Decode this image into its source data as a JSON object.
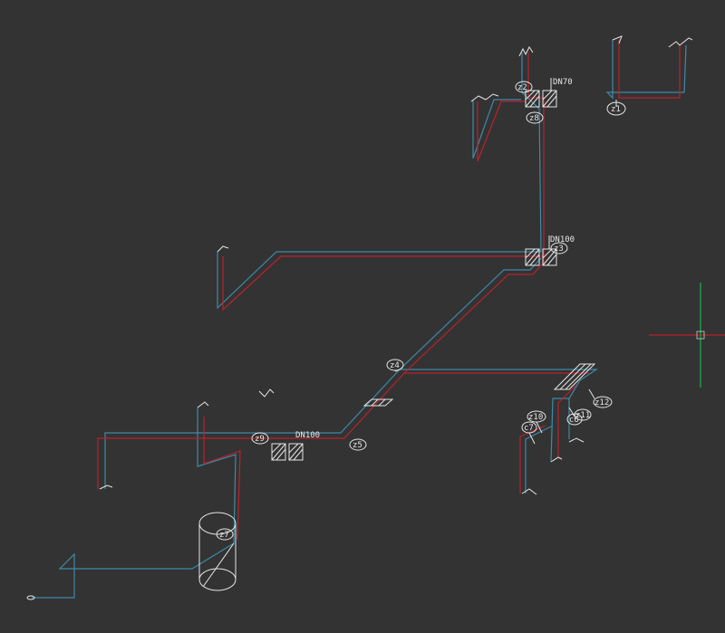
{
  "canvas": {
    "background": "#333333",
    "pipe_blue": "#3f89a8",
    "pipe_red": "#b8232b",
    "symbol_color": "#e6e6e6",
    "axis_green": "#19b24a",
    "axis_red": "#b8232b"
  },
  "labels": {
    "z2": "z2",
    "z8": "z8",
    "z1": "z1",
    "z3": "z3",
    "z4": "z4",
    "z5": "z5",
    "z7": "z7",
    "z9": "z9",
    "z10": "z10",
    "z11": "z11",
    "z12": "z12",
    "c6": "c6",
    "c7": "c7",
    "dim_upper": "DN70",
    "dim_middle": "DN100",
    "dim_lower": "DN100"
  }
}
